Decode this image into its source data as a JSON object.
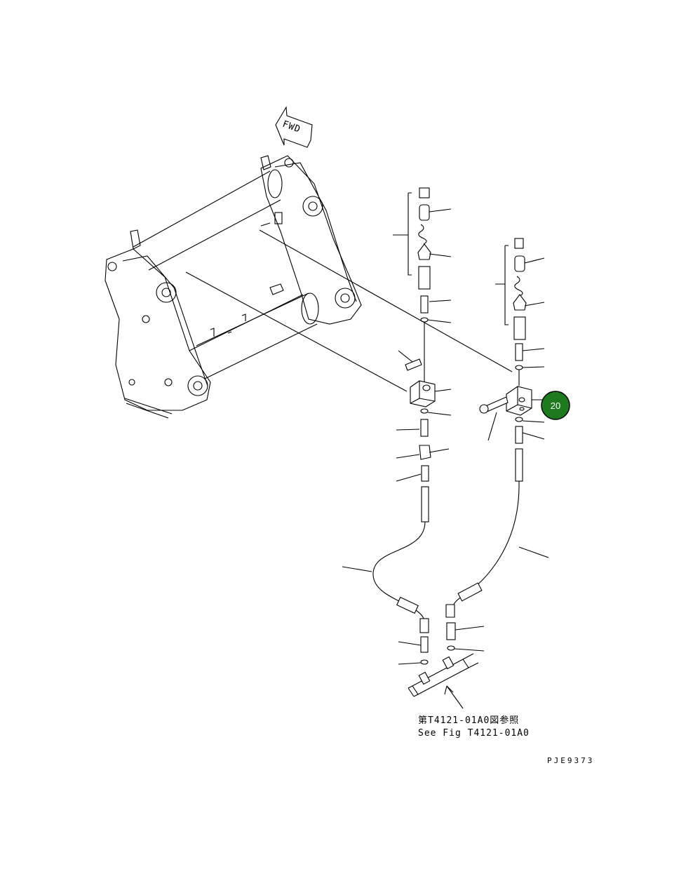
{
  "fwd_label": "FWD",
  "reference": {
    "jp": "第T4121-01A0図参照",
    "en": "See Fig T4121-01A0"
  },
  "drawing_code": "PJE9373",
  "callout": {
    "number": "20",
    "color": "#1e7a1e"
  }
}
